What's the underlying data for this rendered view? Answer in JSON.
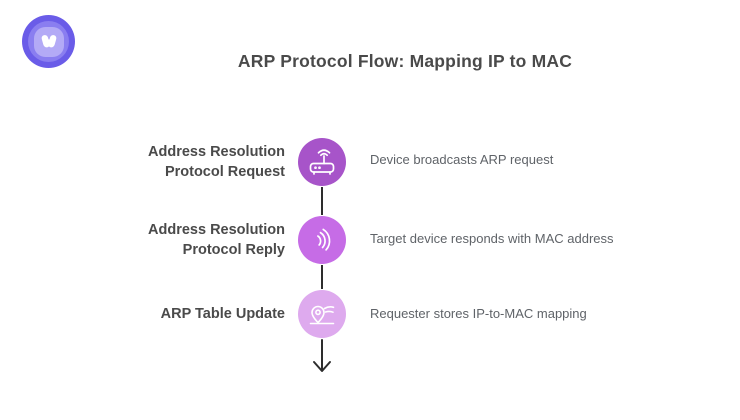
{
  "title": "ARP Protocol Flow: Mapping IP to MAC",
  "logo": {
    "icon": "whimsical-w-logo"
  },
  "flow": {
    "steps": [
      {
        "label": "Address Resolution Protocol Request",
        "label_line1": "Address Resolution",
        "label_line2": "Protocol Request",
        "description": "Device broadcasts ARP request",
        "icon": "wifi-router-icon",
        "circle_color": "#a754c9"
      },
      {
        "label": "Address Resolution Protocol Reply",
        "label_line1": "Address Resolution",
        "label_line2": "Protocol Reply",
        "description": "Target device responds with MAC address",
        "icon": "signal-waves-icon",
        "circle_color": "#c66ce6"
      },
      {
        "label": "ARP Table Update",
        "label_line1": "ARP Table Update",
        "description": "Requester stores IP-to-MAC mapping",
        "icon": "location-pin-icon",
        "circle_color": "#deaaee"
      }
    ]
  },
  "colors": {
    "background": "#ffffff",
    "title_text": "#4a4a4a",
    "label_text": "#4a4a4a",
    "description_text": "#5f6368",
    "connector": "#2d2d2d",
    "logo_outer": "#6a5ce8",
    "logo_ring": "#8a7ef0",
    "logo_inner": "#b3aaf6",
    "step1_circle": "#a754c9",
    "step2_circle": "#c66ce6",
    "step3_circle": "#deaaee"
  }
}
